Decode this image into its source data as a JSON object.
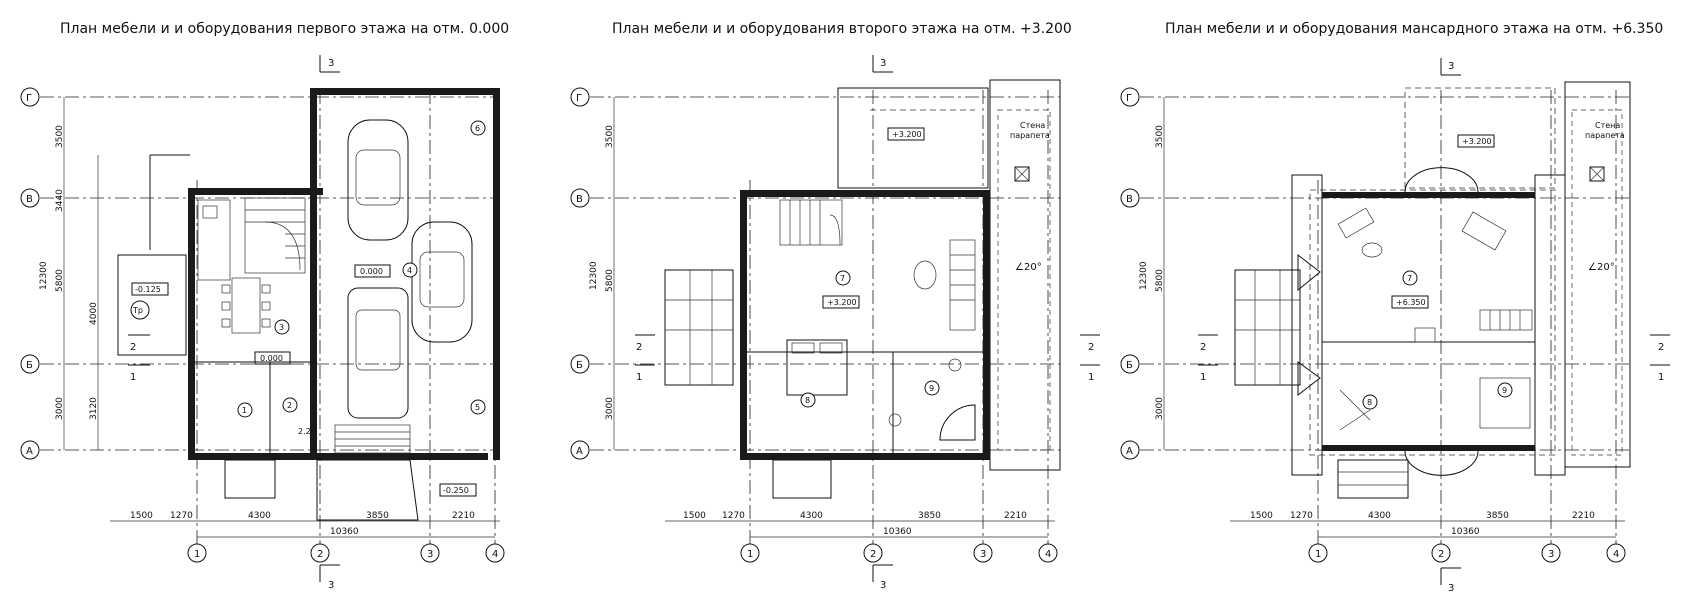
{
  "plans": [
    {
      "title": "План мебели и и оборудования первого этажа на отм. 0.000",
      "levels": [
        "0.000",
        "0.000",
        "-0.125",
        "-0.250"
      ],
      "rooms": [
        "1",
        "2",
        "3",
        "4",
        "5",
        "6"
      ],
      "tag": "Тр",
      "small": "2.2"
    },
    {
      "title": "План мебели и и оборудования второго этажа на отм. +3.200",
      "levels": [
        "+3.200",
        "+3.200"
      ],
      "rooms": [
        "7",
        "8",
        "9"
      ],
      "parapet": [
        "Стена",
        "парапета"
      ],
      "slope": "∠20°"
    },
    {
      "title": "План мебели и и оборудования мансардного этажа на отм. +6.350",
      "levels": [
        "+3.200",
        "+6.350"
      ],
      "rooms": [
        "7",
        "8",
        "9"
      ],
      "parapet": [
        "Стена",
        "парапета"
      ],
      "slope": "∠20°"
    }
  ],
  "axes_rows": [
    "Г",
    "В",
    "Б",
    "А"
  ],
  "axes_cols": [
    "1",
    "2",
    "3",
    "4"
  ],
  "dims_left": [
    "3500",
    "3440",
    "5800",
    "4000",
    "3000",
    "3120"
  ],
  "dims_left_total": "12300",
  "dims_bottom": [
    "1500",
    "1270",
    "4300",
    "3850",
    "2210"
  ],
  "dims_bottom_total": "10360",
  "section_marks": {
    "cut3": "3",
    "cut2": "2",
    "cut1": "1"
  }
}
